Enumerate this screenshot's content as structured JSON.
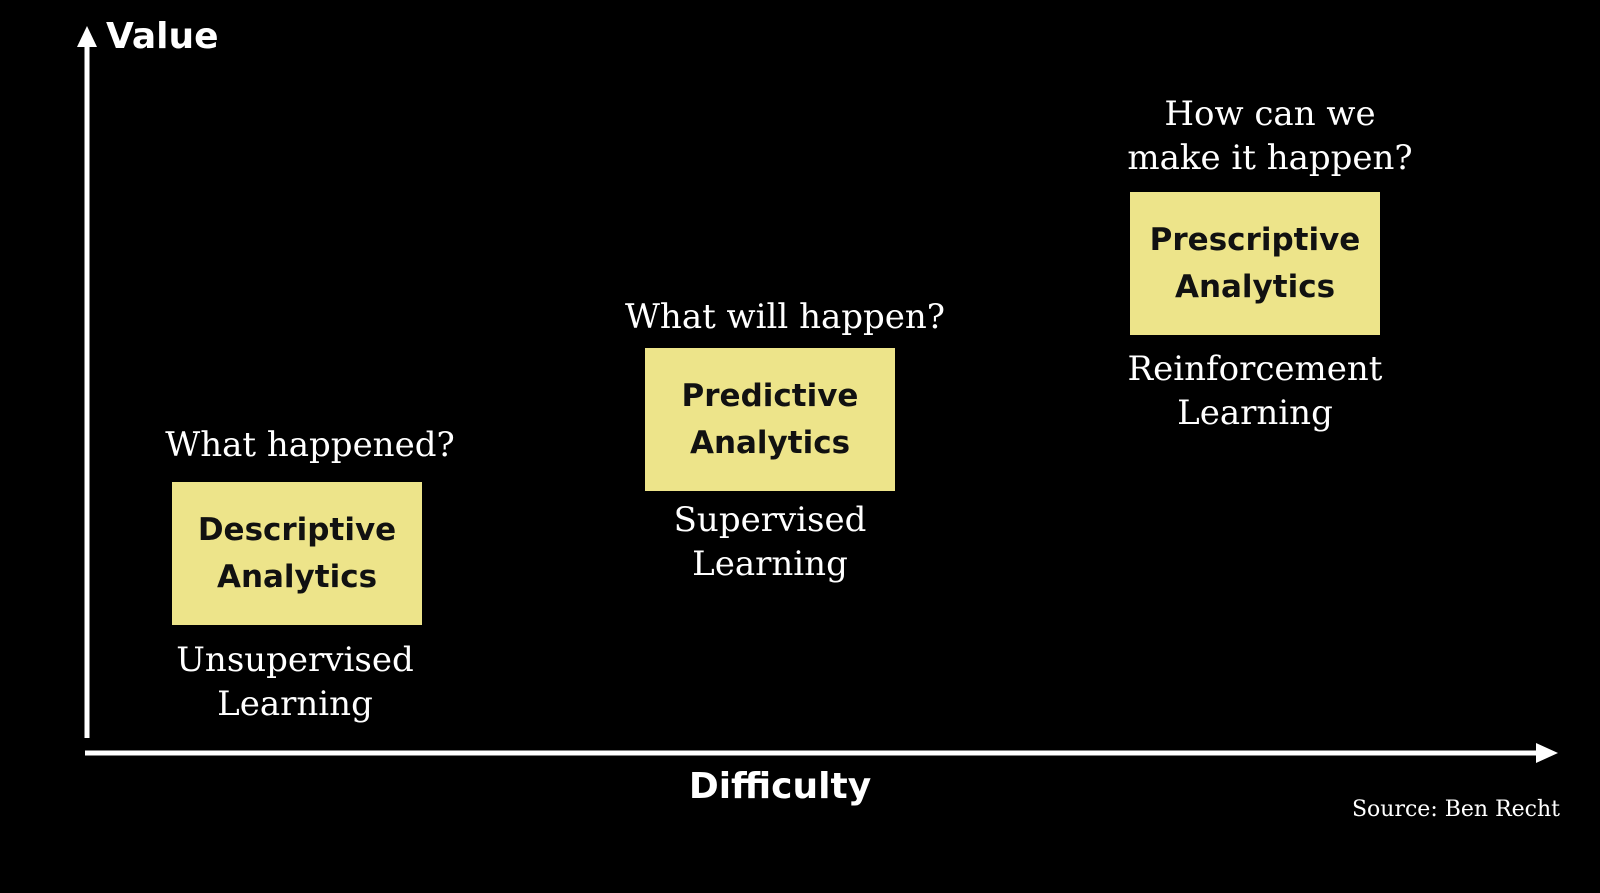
{
  "axes": {
    "y_label": "Value",
    "x_label": "Difficulty"
  },
  "stages": [
    {
      "question": [
        "What happened?"
      ],
      "box": [
        "Descriptive",
        "Analytics"
      ],
      "method": [
        "Unsupervised",
        "Learning"
      ]
    },
    {
      "question": [
        "What will happen?"
      ],
      "box": [
        "Predictive",
        "Analytics"
      ],
      "method": [
        "Supervised",
        "Learning"
      ]
    },
    {
      "question": [
        "How can we",
        "make it happen?"
      ],
      "box": [
        "Prescriptive",
        "Analytics"
      ],
      "method": [
        "Reinforcement",
        "Learning"
      ]
    }
  ],
  "source": "Source: Ben Recht",
  "colors": {
    "background": "#000000",
    "box_fill": "#ede48a",
    "box_text": "#111111",
    "text": "#ffffff"
  }
}
